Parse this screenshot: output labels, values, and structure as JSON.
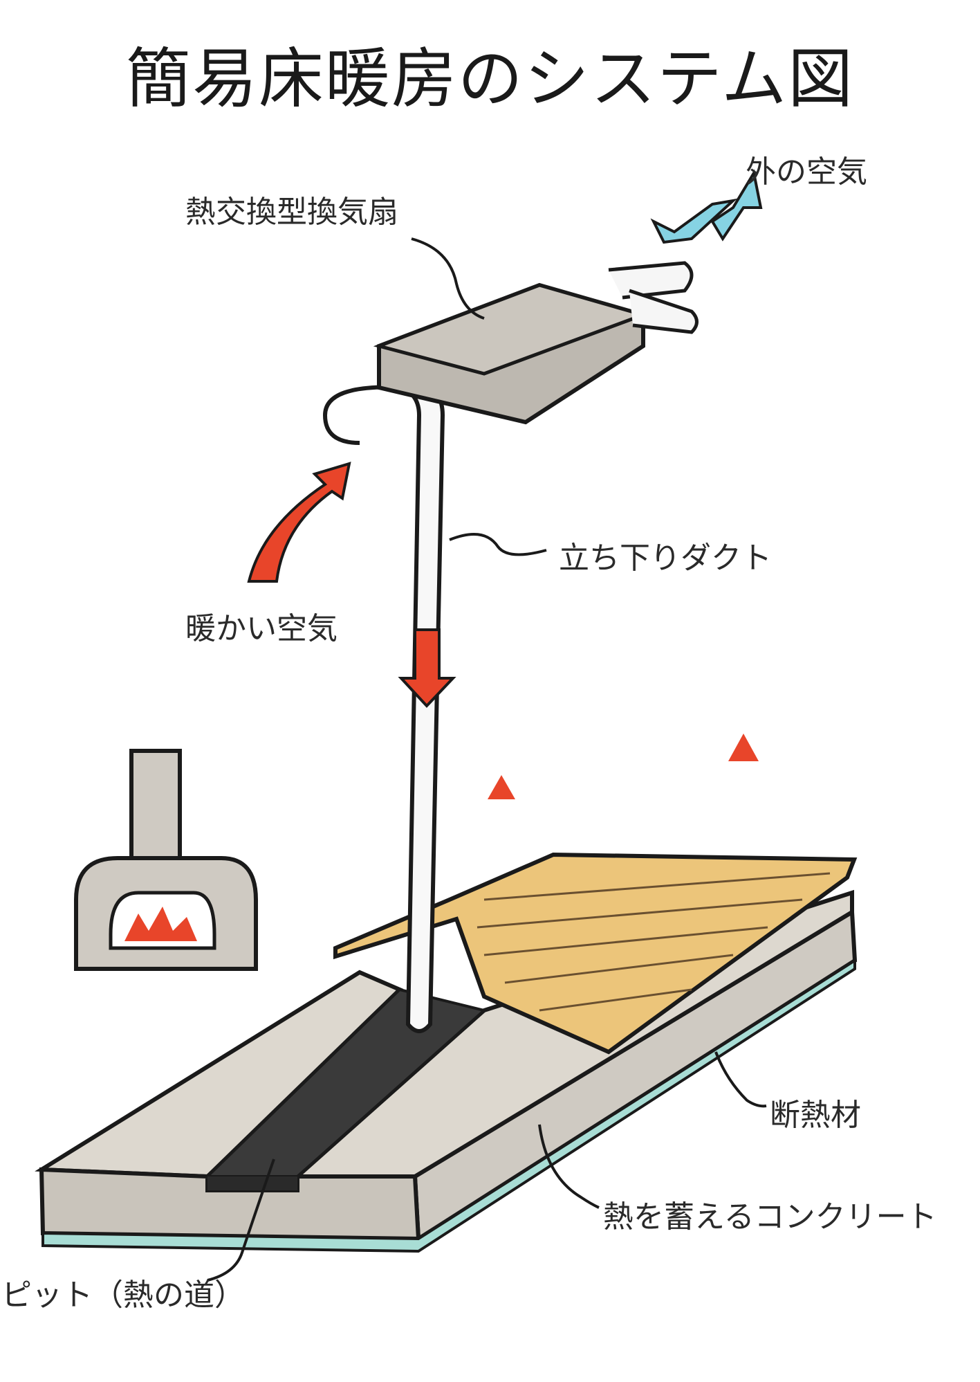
{
  "title": "簡易床暖房のシステム図",
  "labels": {
    "heat_exchange_fan": "熱交換型換気扇",
    "outside_air": "外の空気",
    "down_duct": "立ち下りダクト",
    "warm_air": "暖かい空気",
    "insulation": "断熱材",
    "heat_storing_concrete": "熱を蓄えるコンクリート",
    "pit": "ピット（熱の道）"
  },
  "icons": [
    "heat-exchange-fan-icon",
    "duct-icon",
    "wood-stove-icon",
    "flame-icon",
    "wooden-floor-icon",
    "concrete-slab-icon",
    "insulation-layer-icon",
    "pit-channel-icon",
    "arrow-icon"
  ],
  "colors": {
    "warm_arrow": "#e8452a",
    "outside_arrow": "#86d3e3",
    "concrete": "#d2cdc4",
    "wood": "#ecc57a",
    "insulation": "#a8ddd5",
    "outline": "#1a1a1a"
  }
}
